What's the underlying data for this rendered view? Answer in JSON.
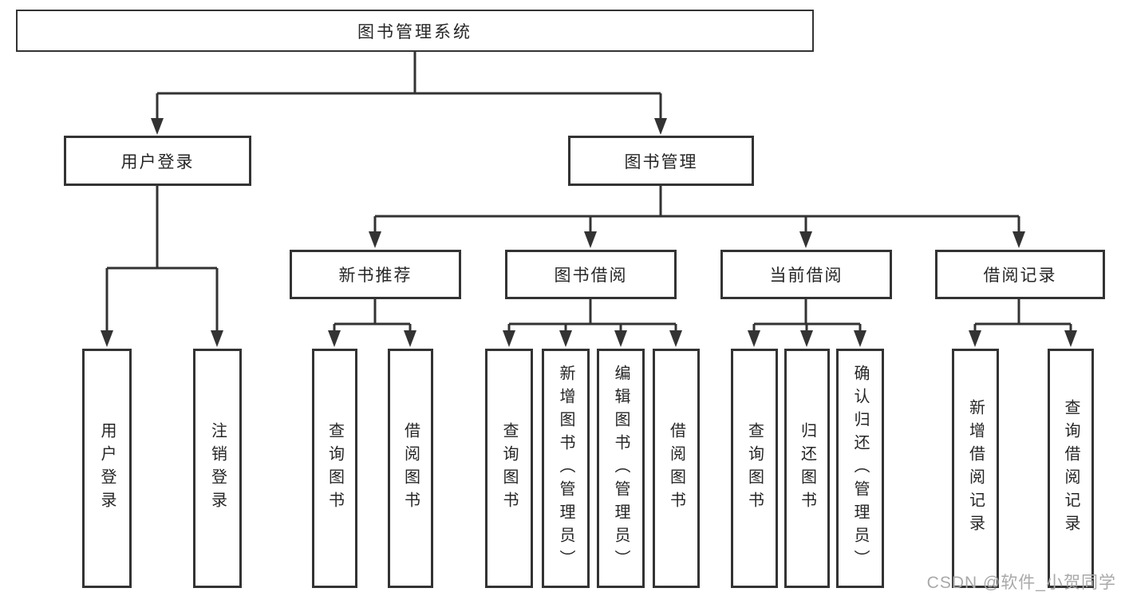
{
  "diagram": {
    "type": "hierarchy-diagram",
    "root": "图书管理系统",
    "branches": [
      {
        "label": "用户登录",
        "leaves": [
          "用户登录",
          "注销登录"
        ]
      },
      {
        "label": "图书管理",
        "subbranches": [
          {
            "label": "新书推荐",
            "leaves": [
              "查询图书",
              "借阅图书"
            ]
          },
          {
            "label": "图书借阅",
            "leaves": [
              "查询图书",
              "新增图书（管理员）",
              "编辑图书（管理员）",
              "借阅图书"
            ]
          },
          {
            "label": "当前借阅",
            "leaves": [
              "查询图书",
              "归还图书",
              "确认归还（管理员）"
            ]
          },
          {
            "label": "借阅记录",
            "leaves": [
              "新增借阅记录",
              "查询借阅记录"
            ]
          }
        ]
      }
    ]
  },
  "watermark": "CSDN @软件_小贺同学",
  "colors": {
    "line": "#333333",
    "box_border": "#333333",
    "text": "#262626",
    "watermark": "#a9a9a9",
    "background": "#ffffff"
  }
}
